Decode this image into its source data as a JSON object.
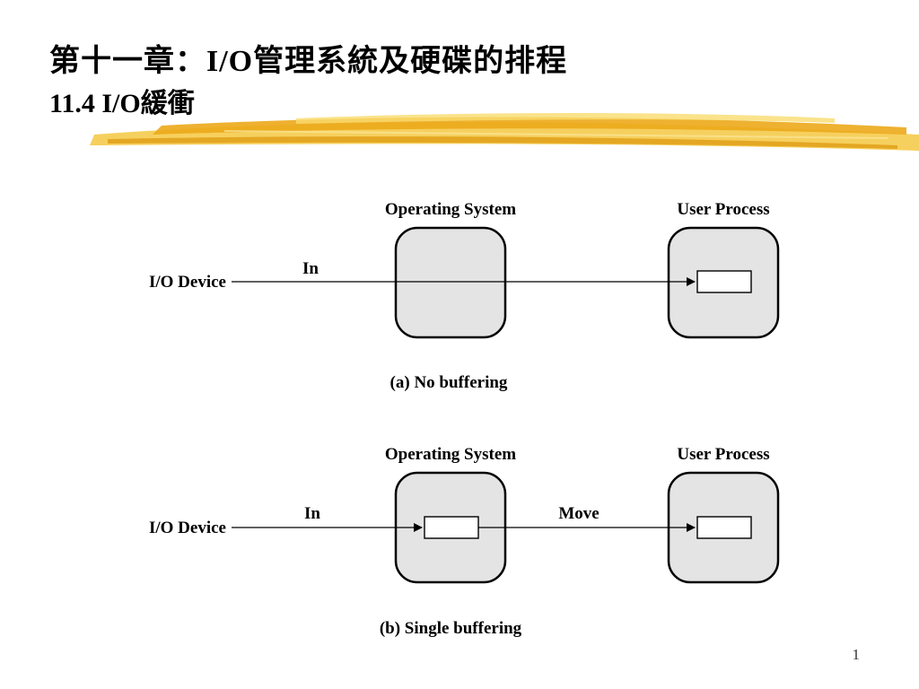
{
  "slide": {
    "title_line1": "第十一章：I/O管理系統及硬碟的排程",
    "title_line2": "11.4 I/O緩衝",
    "page_number": "1"
  },
  "diagram_a": {
    "os_label": "Operating System",
    "user_label": "User Process",
    "device_label": "I/O Device",
    "in_label": "In",
    "caption": "(a) No buffering"
  },
  "diagram_b": {
    "os_label": "Operating System",
    "user_label": "User Process",
    "device_label": "I/O Device",
    "in_label": "In",
    "move_label": "Move",
    "caption": "(b) Single buffering"
  },
  "colors": {
    "box_fill": "#e4e4e4",
    "accent_brush": "#f2b822",
    "text": "#000000"
  }
}
